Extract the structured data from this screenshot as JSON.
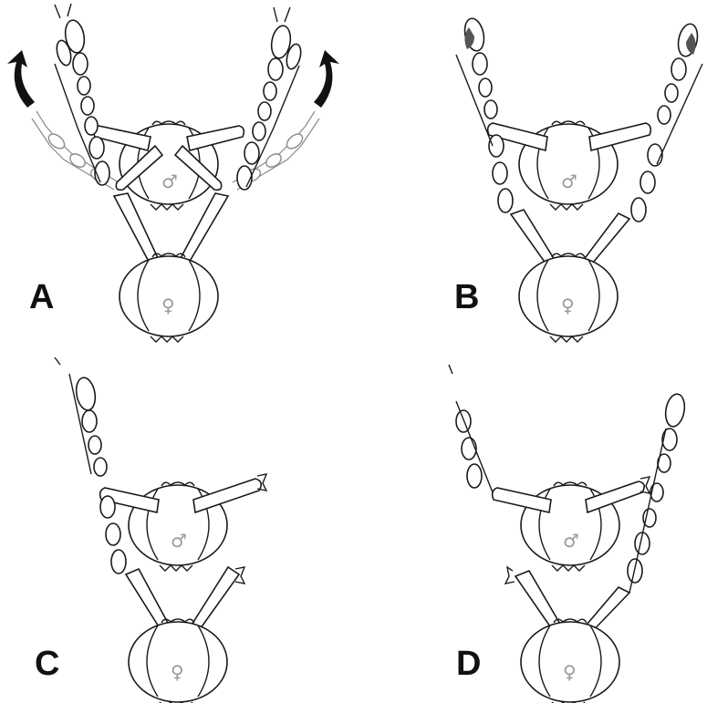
{
  "figure": {
    "panels": [
      {
        "id": "A",
        "label": "A",
        "male_symbol": "♂",
        "female_symbol": "♀",
        "has_arrows": true,
        "shows_gray_previous_position": true,
        "dark_antenna_tips": false
      },
      {
        "id": "B",
        "label": "B",
        "male_symbol": "♂",
        "female_symbol": "♀",
        "has_arrows": false,
        "shows_gray_previous_position": false,
        "dark_antenna_tips": true
      },
      {
        "id": "C",
        "label": "C",
        "male_symbol": "♂",
        "female_symbol": "♀",
        "has_arrows": false,
        "shows_gray_previous_position": false,
        "dark_antenna_tips": false
      },
      {
        "id": "D",
        "label": "D",
        "male_symbol": "♂",
        "female_symbol": "♀",
        "has_arrows": false,
        "shows_gray_previous_position": false,
        "dark_antenna_tips": false
      }
    ],
    "colors": {
      "line": "#1a1a1a",
      "gray_line": "#8a8a8a",
      "dark_tip": "#555555",
      "background": "#ffffff"
    }
  }
}
